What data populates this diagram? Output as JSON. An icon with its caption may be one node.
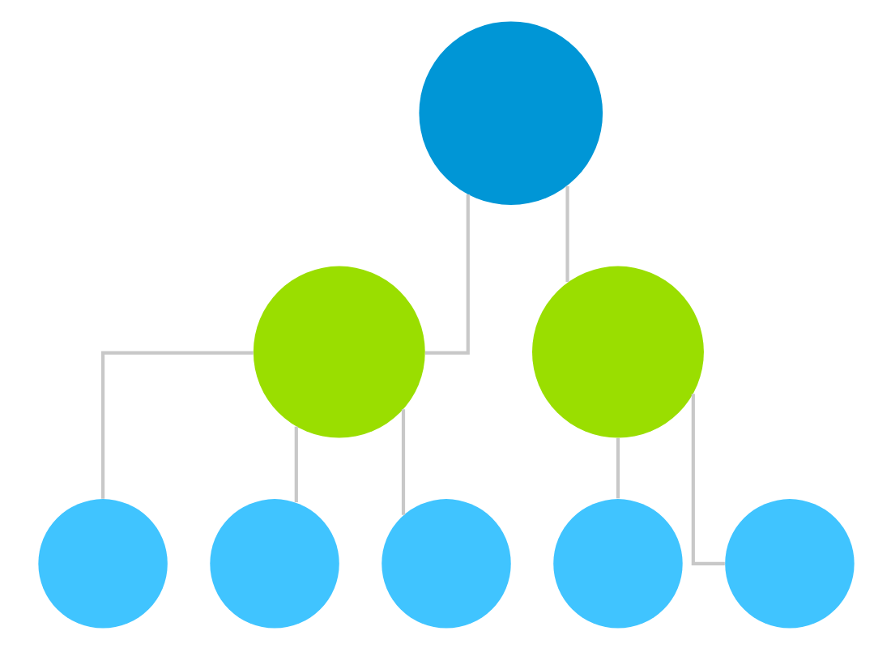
{
  "diagram": {
    "nodes": [
      {
        "text": [],
        "shape": "person"
      },
      {
        "text": [],
        "shape": "person"
      },
      {
        "text": [],
        "shape": "person"
      },
      {
        "text": [],
        "shape": "person"
      },
      {
        "text": [],
        "shape": "person"
      },
      {
        "text": [],
        "shape": "person"
      },
      {
        "text": [],
        "shape": "person"
      },
      {
        "text": [],
        "shape": "person"
      }
    ],
    "edges": [
      {
        "from": 0,
        "to": 1,
        "arrow": "none"
      },
      {
        "from": 0,
        "to": 2,
        "arrow": "none"
      },
      {
        "from": 1,
        "to": 3,
        "arrow": "none"
      },
      {
        "from": 1,
        "to": 4,
        "arrow": "none"
      },
      {
        "from": 1,
        "to": 5,
        "arrow": "none"
      },
      {
        "from": 2,
        "to": 6,
        "arrow": "none"
      },
      {
        "from": 2,
        "to": 7,
        "arrow": "none"
      }
    ]
  }
}
